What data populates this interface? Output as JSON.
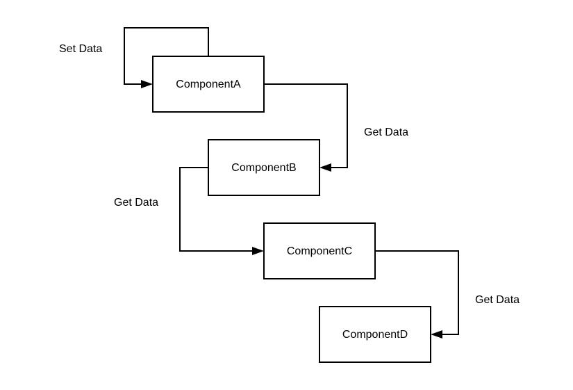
{
  "diagram": {
    "nodes": [
      {
        "id": "A",
        "label": "ComponentA"
      },
      {
        "id": "B",
        "label": "ComponentB"
      },
      {
        "id": "C",
        "label": "ComponentC"
      },
      {
        "id": "D",
        "label": "ComponentD"
      }
    ],
    "edges": [
      {
        "from": "A",
        "to": "A",
        "label": "Set Data"
      },
      {
        "from": "A",
        "to": "B",
        "label": "Get Data"
      },
      {
        "from": "B",
        "to": "C",
        "label": "Get Data"
      },
      {
        "from": "C",
        "to": "D",
        "label": "Get Data"
      }
    ],
    "colors": {
      "stroke": "#000000",
      "fill": "#ffffff",
      "background": "#ffffff"
    }
  }
}
